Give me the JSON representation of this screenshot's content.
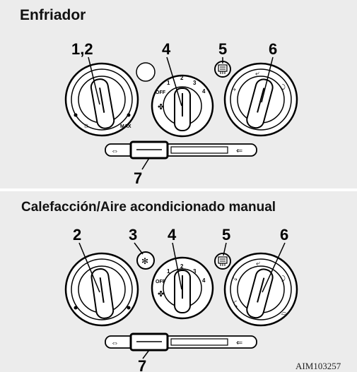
{
  "panels": [
    {
      "title": "Enfriador",
      "callouts": [
        "1,2",
        "4",
        "5",
        "6",
        "7"
      ]
    },
    {
      "title": "Calefacción/Aire acondicionado manual",
      "callouts": [
        "2",
        "3",
        "4",
        "5",
        "6",
        "7"
      ]
    }
  ],
  "fan_dial": {
    "tick_labels": [
      "OFF",
      "1",
      "2",
      "3",
      "4"
    ]
  },
  "temp_dial": {
    "max_label": "MAX"
  },
  "figure_id": "AIM103257"
}
